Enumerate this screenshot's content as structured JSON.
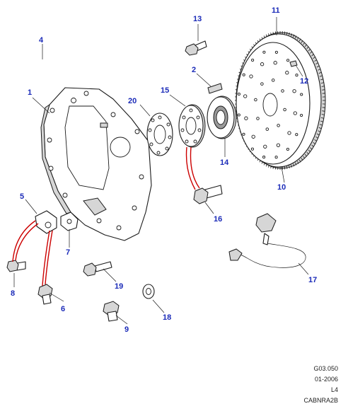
{
  "diagram": {
    "callouts": [
      "1",
      "2",
      "4",
      "5",
      "6",
      "7",
      "8",
      "9",
      "10",
      "11",
      "12",
      "13",
      "14",
      "15",
      "16",
      "17",
      "18",
      "19",
      "20"
    ],
    "callout_color": "#1a2ab8",
    "link_color": "#cc0000"
  },
  "reference": {
    "line1": "G03.050",
    "line2": "01-2006",
    "line3": "L4",
    "line4": "CABNRA2B"
  }
}
